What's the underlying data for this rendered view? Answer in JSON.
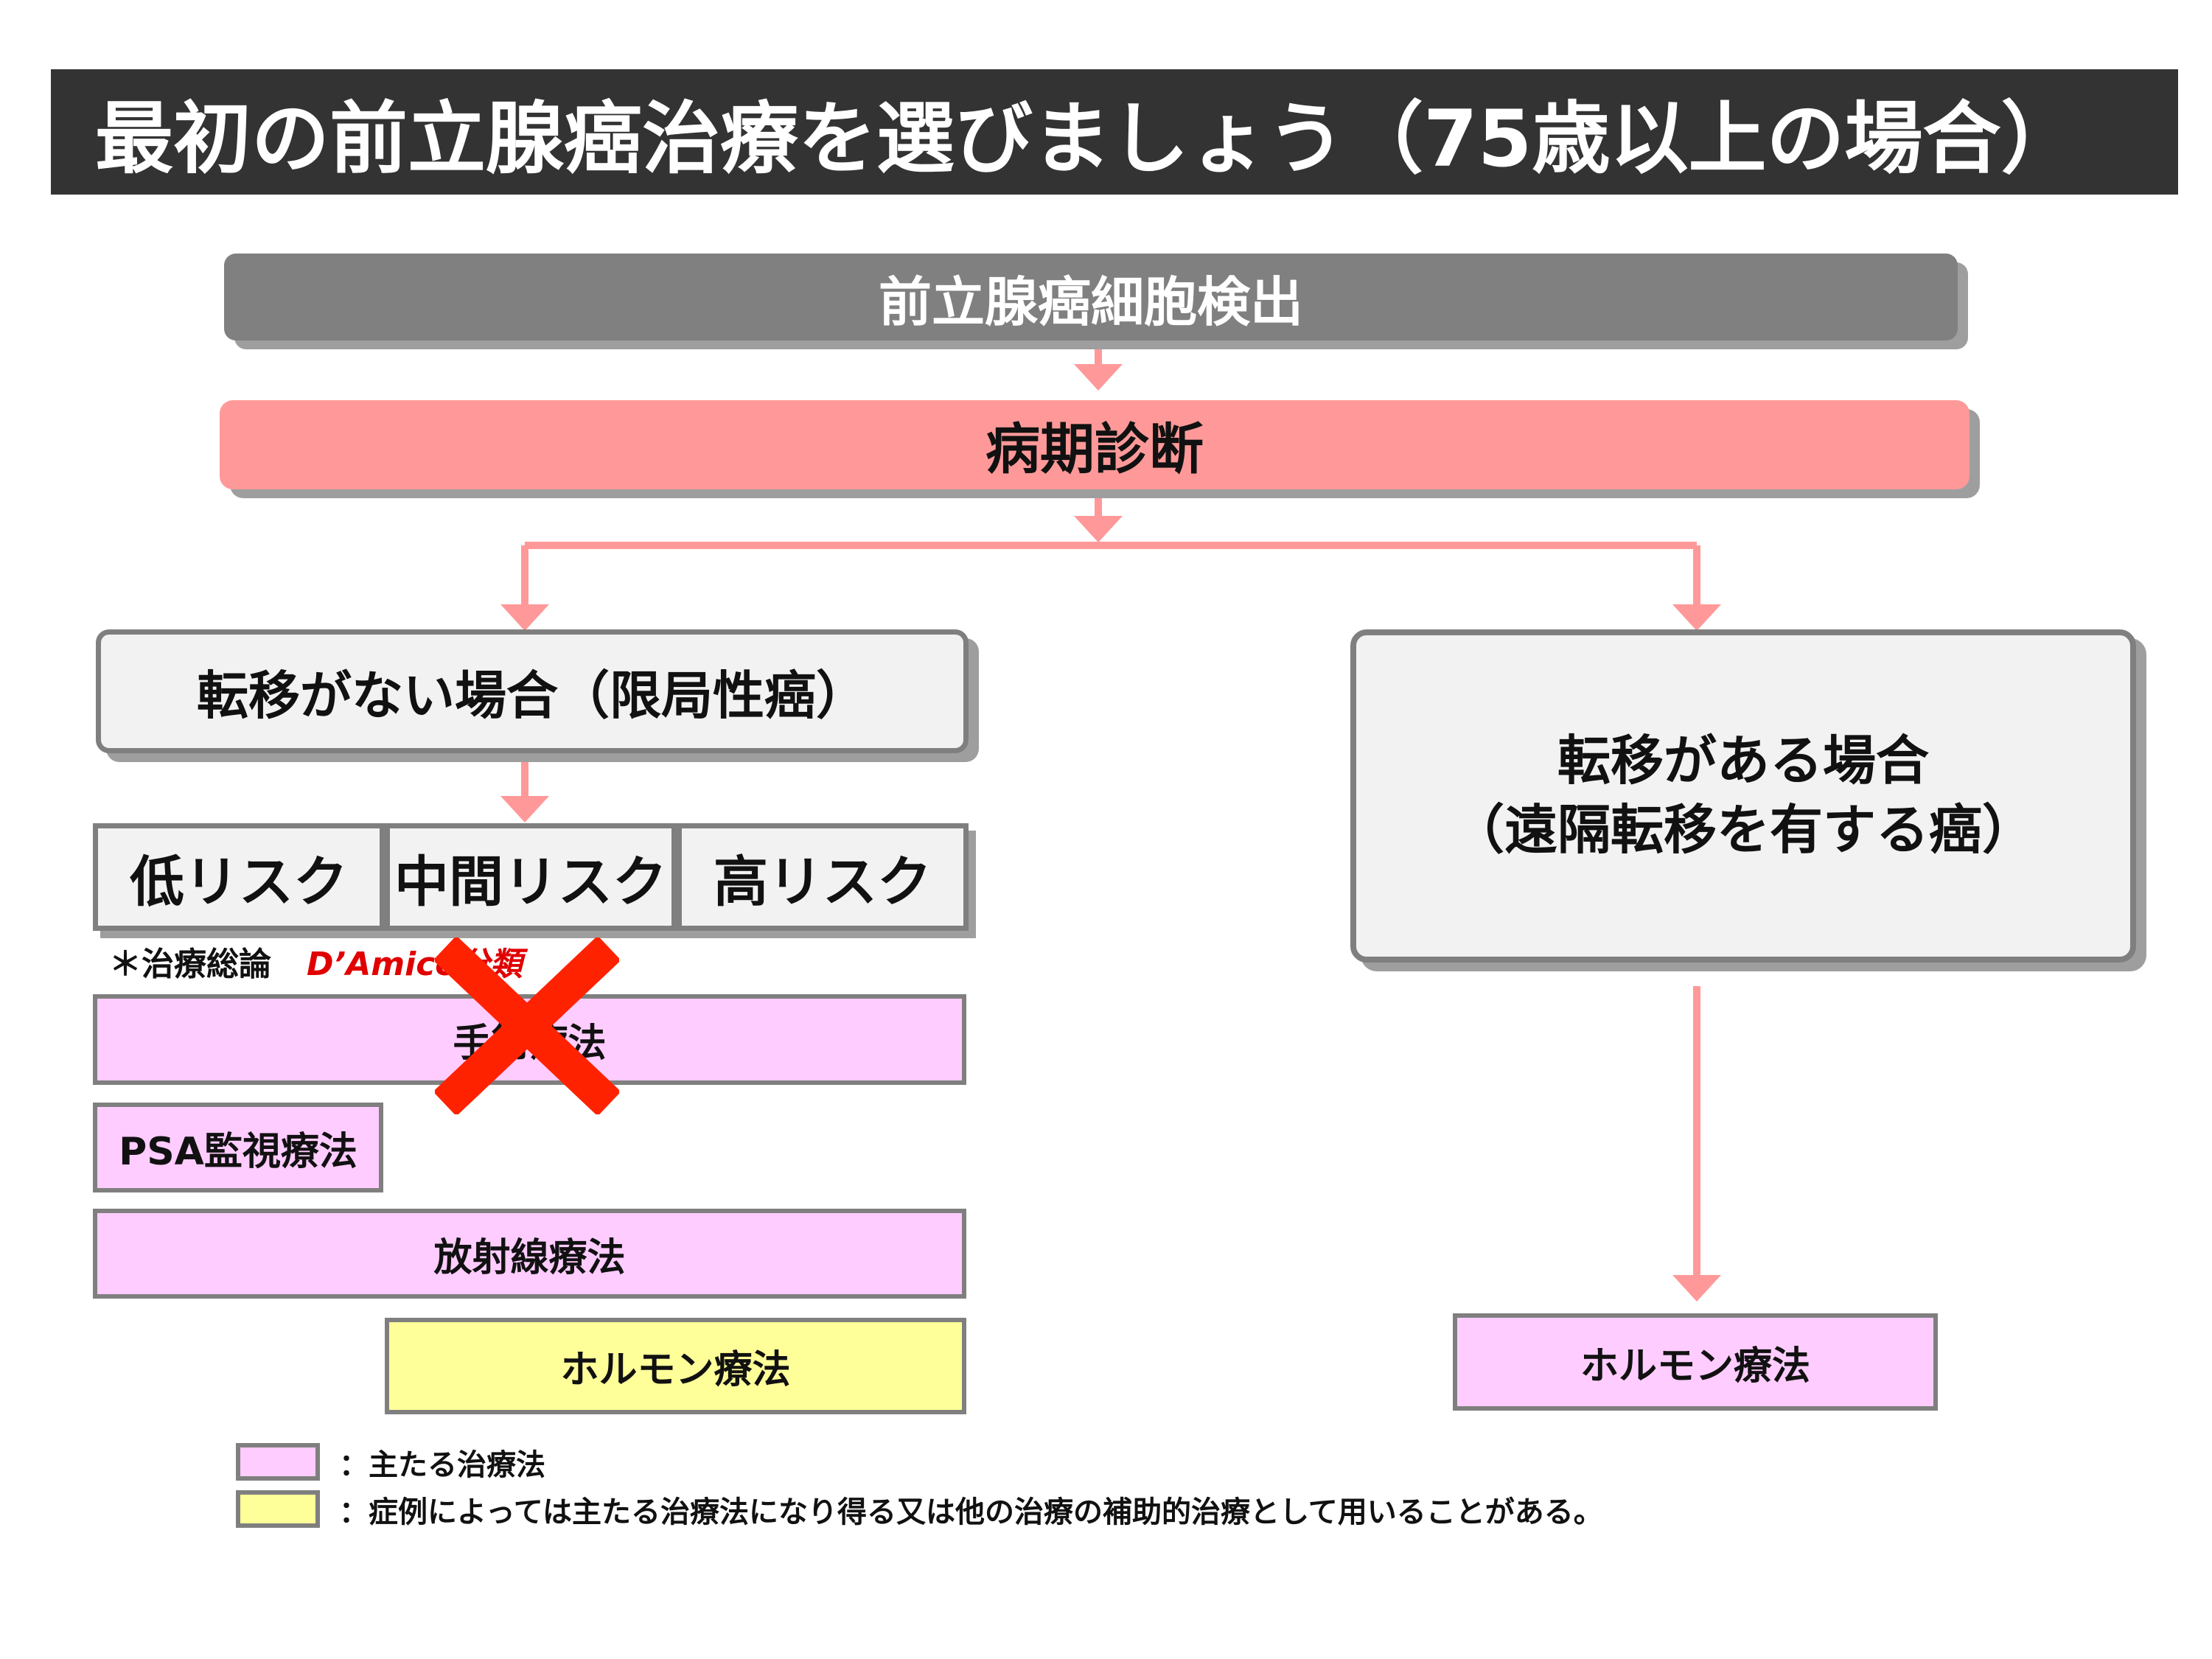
{
  "title": "最初の前立腺癌治療を選びましょう（75歳以上の場合）",
  "flow": {
    "detection": "前立腺癌細胞検出",
    "staging": "病期診断",
    "no_metastasis": "転移がない場合（限局性癌）",
    "metastasis_line1": "転移がある場合",
    "metastasis_line2": "（遠隔転移を有する癌）"
  },
  "risk_levels": [
    "低リスク",
    "中間リスク",
    "高リスク"
  ],
  "note": {
    "prefix": "＊治療総論",
    "classification": "D’Amico分類"
  },
  "therapies": {
    "surgery": "手術療法",
    "psa": "PSA監視療法",
    "radiation": "放射線療法",
    "hormone_local": "ホルモン療法",
    "hormone_metastatic": "ホルモン療法"
  },
  "legend": {
    "main": "：主たる治療法",
    "conditional": "：症例によっては主たる治療法になり得る又は他の治療の補助的治療として用いることがある。"
  },
  "colors": {
    "title_bg": "#333333",
    "detection_bg": "#808080",
    "staging_bg": "#ff9999",
    "arrow": "#ff9999",
    "main_therapy": "#ffccff",
    "conditional_therapy": "#ffff99",
    "cross_mark": "#ff2200"
  },
  "icons": {
    "surgery_excluded": "cross-mark-icon"
  }
}
